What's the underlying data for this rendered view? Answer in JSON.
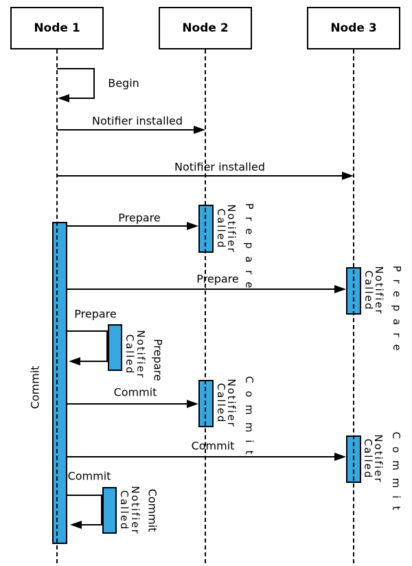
{
  "nodes": [
    {
      "title": "Node 1"
    },
    {
      "title": "Node 2"
    },
    {
      "title": "Node 3"
    }
  ],
  "phase_label": "Commit",
  "arrows": [
    {
      "label": "Begin"
    },
    {
      "label": "Notifier installed"
    },
    {
      "label": "Notifier installed"
    },
    {
      "label": "Prepare"
    },
    {
      "label": "Prepare"
    },
    {
      "label": "Prepare"
    },
    {
      "label": "Commit"
    },
    {
      "label": "Commit"
    },
    {
      "label": "Commit"
    }
  ],
  "callouts": [
    {
      "message": "Prepare",
      "notifier": "Notifier",
      "called": "Called"
    },
    {
      "message": "Prepare",
      "notifier": "Notifier",
      "called": "Called"
    },
    {
      "message": "Prepare",
      "notifier": "Notifier",
      "called": "Called"
    },
    {
      "message": "Commit",
      "notifier": "Notifier",
      "called": "Called"
    },
    {
      "message": "Commit",
      "notifier": "Notifier",
      "called": "Called"
    },
    {
      "message": "Commit",
      "notifier": "Notifier",
      "called": "Called"
    }
  ],
  "colors": {
    "activation_fill": "#35A8E2",
    "line": "#000000",
    "background": "#FFFFFF"
  }
}
